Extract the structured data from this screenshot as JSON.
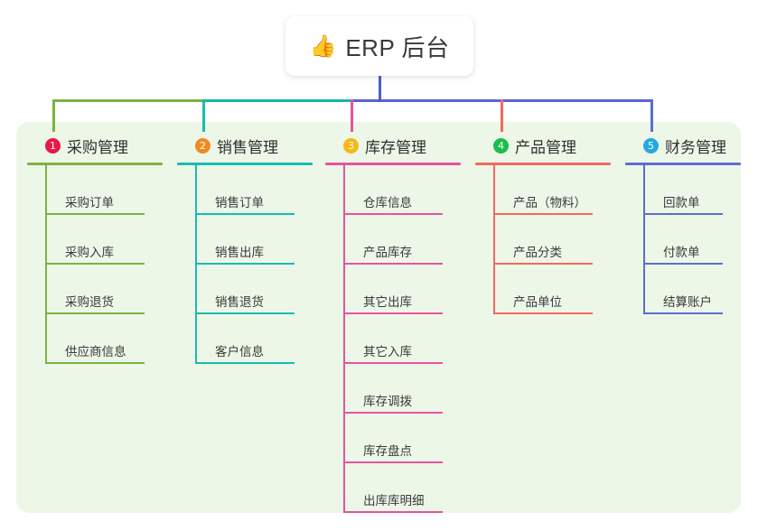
{
  "root": {
    "emoji": "👍",
    "emoji_name": "thumbs-up-icon",
    "title": "ERP 后台"
  },
  "colors": {
    "panel_bg": "#edf7e8",
    "page_bg": "#ffffff",
    "trunk": "#4f5bd5",
    "bus_left": "#7cb342",
    "bus_mid": "#15b7a4",
    "bus_right": "#5b63d3",
    "text": "#333333"
  },
  "columns": [
    {
      "index": "1",
      "title": "采购管理",
      "badge_color": "#e8174a",
      "line_color": "#7cb342",
      "stem_color": "#7cb342",
      "items": [
        "采购订单",
        "采购入库",
        "采购退货",
        "供应商信息"
      ]
    },
    {
      "index": "2",
      "title": "销售管理",
      "badge_color": "#f08a24",
      "line_color": "#18bdb0",
      "stem_color": "#18bdb0",
      "items": [
        "销售订单",
        "销售出库",
        "销售退货",
        "客户信息"
      ]
    },
    {
      "index": "3",
      "title": "库存管理",
      "badge_color": "#f7b818",
      "line_color": "#e8539f",
      "stem_color": "#e8539f",
      "items": [
        "仓库信息",
        "产品库存",
        "其它出库",
        "其它入库",
        "库存调拨",
        "库存盘点",
        "出库库明细"
      ]
    },
    {
      "index": "4",
      "title": "产品管理",
      "badge_color": "#1bbd4d",
      "line_color": "#f4685f",
      "stem_color": "#f4685f",
      "items": [
        "产品（物料）",
        "产品分类",
        "产品单位"
      ]
    },
    {
      "index": "5",
      "title": "财务管理",
      "badge_color": "#25a9e0",
      "line_color": "#5b6fd0",
      "stem_color": "#5b6fd0",
      "items": [
        "回款单",
        "付款单",
        "结算账户"
      ]
    }
  ]
}
